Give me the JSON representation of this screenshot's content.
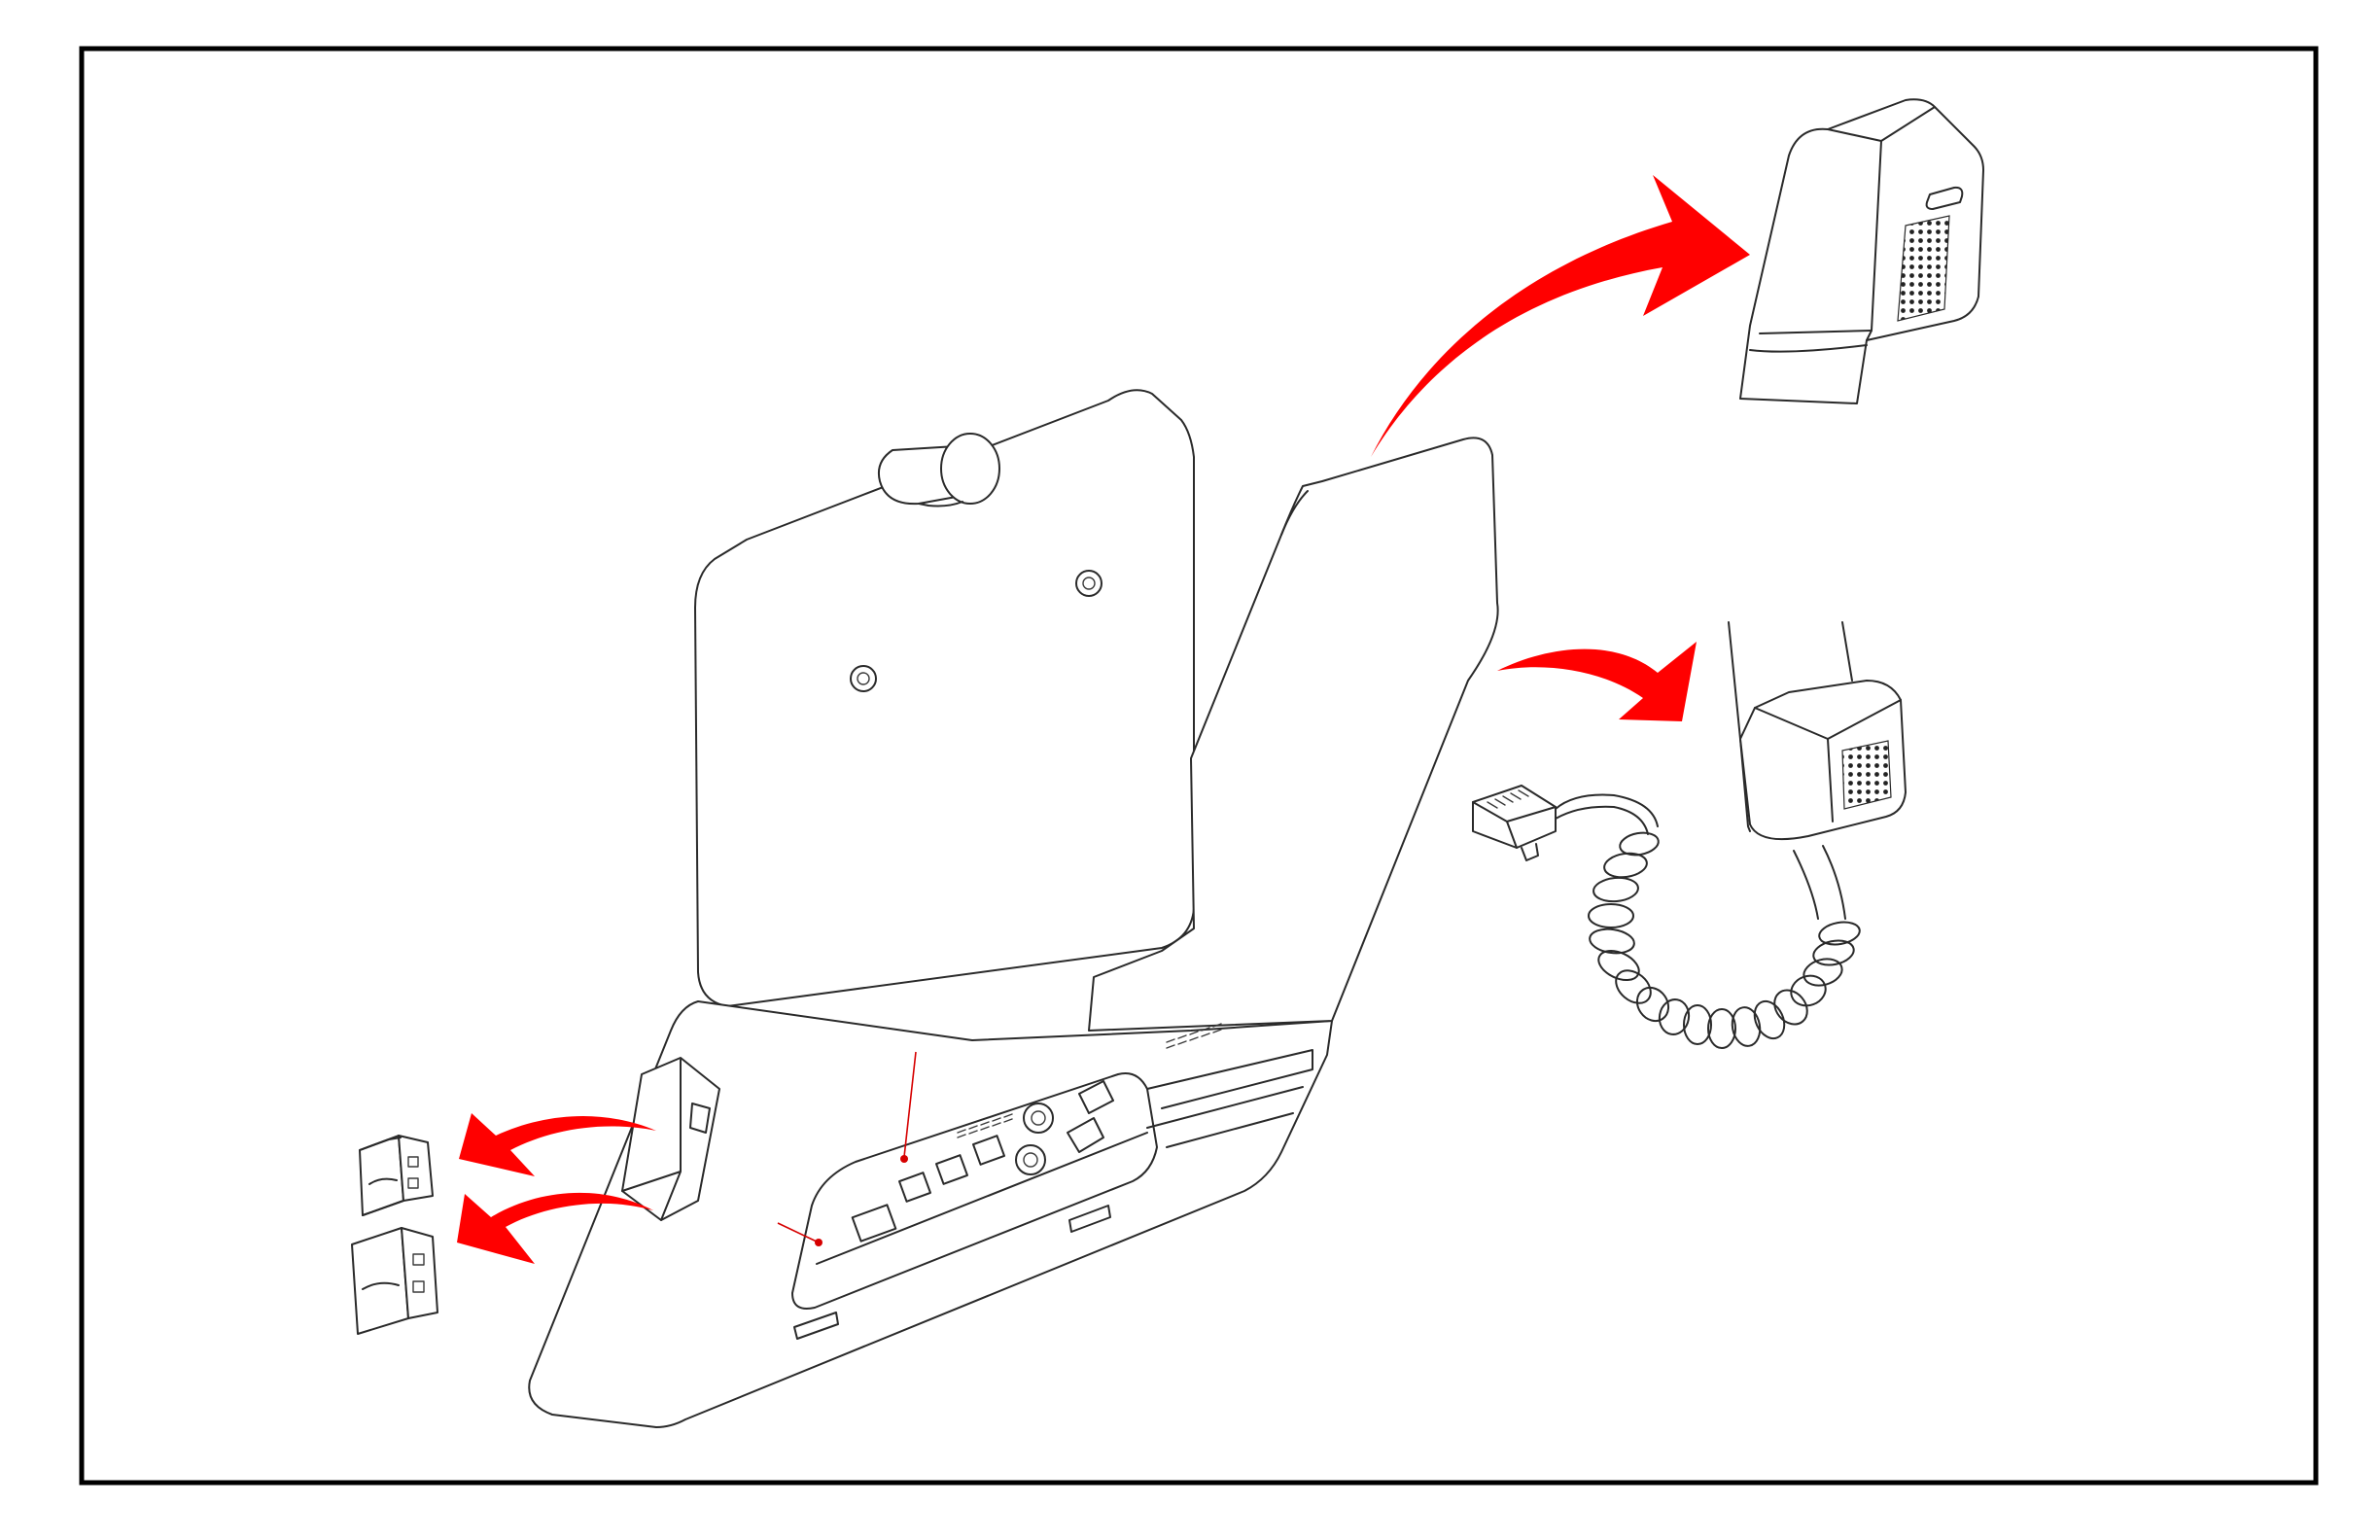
{
  "colors": {
    "arrow": "#ff0000",
    "outline": "#2a2a2a",
    "frame": "#000000",
    "background": "#ffffff"
  },
  "diagram": {
    "kind": "exploded assembly illustration",
    "components": [
      "base-station",
      "upper-handset",
      "lower-handset",
      "coiled-cord",
      "rj-connector",
      "usb-dongle",
      "usb-dongle"
    ],
    "arrows": [
      "arrow-to-upper-handset",
      "arrow-to-lower-handset",
      "arrow-to-usb-dongle",
      "arrow-to-usb-dongle"
    ]
  }
}
